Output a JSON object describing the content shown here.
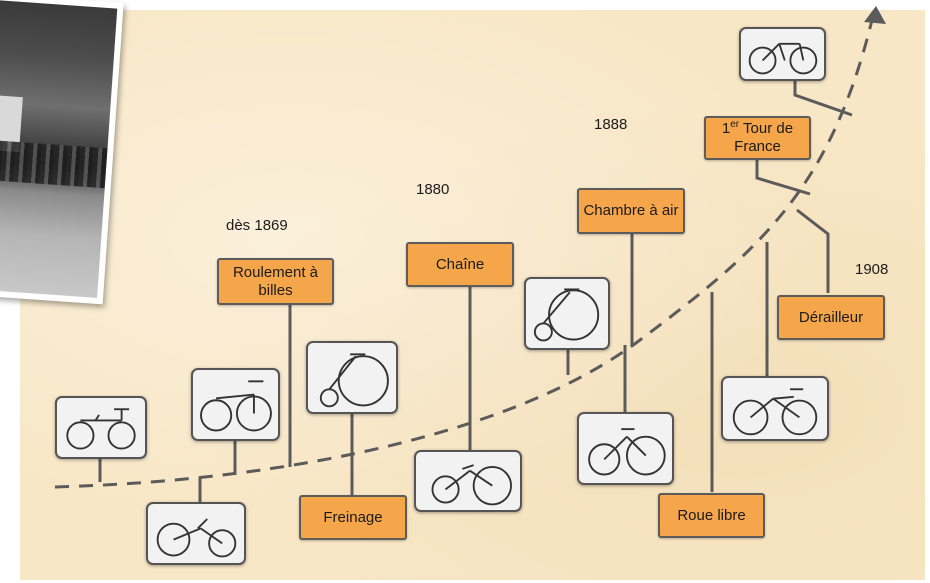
{
  "labels": {
    "roulement": "Roulement à billes",
    "chaine": "Chaîne",
    "chambre": "Chambre à air",
    "tour_num": "1",
    "tour_sup": "er",
    "tour_rest": " Tour de France",
    "derailleur": "Dérailleur",
    "freinage": "Freinage",
    "roue_libre": "Roue libre"
  },
  "years": {
    "y1869": "dès 1869",
    "y1880": "1880",
    "y1888": "1888",
    "y1908": "1908"
  },
  "bikes": [
    "draisienne",
    "velocipede-1",
    "velocipede-2",
    "grand-bi-1",
    "bicyclette-chaine",
    "grand-bi-2",
    "bicyclette-pneu",
    "bicyclette-roue-libre",
    "bicyclette-course"
  ],
  "colors": {
    "label_fill": "#f5a54a",
    "parchment": "#f8e7c6",
    "line": "#5b5b5b"
  }
}
